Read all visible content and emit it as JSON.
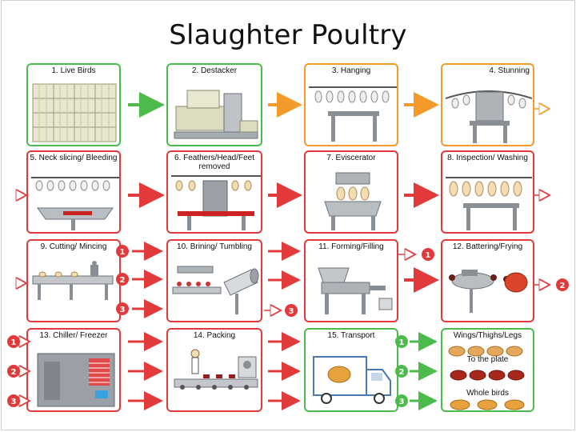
{
  "title": "Slaughter Poultry",
  "steps": [
    {
      "label": "1. Live Birds"
    },
    {
      "label": "2. Destacker"
    },
    {
      "label": "3. Hanging"
    },
    {
      "label": "4. Stunning"
    },
    {
      "label": "5. Neck slicing/ Bleeding"
    },
    {
      "label": "6. Feathers/Head/Feet removed"
    },
    {
      "label": "7. Eviscerator"
    },
    {
      "label": "8. Inspection/ Washing"
    },
    {
      "label": "9. Cutting/ Mincing"
    },
    {
      "label": "10. Brining/ Tumbling"
    },
    {
      "label": "11. Forming/Filling"
    },
    {
      "label": "12. Battering/Frying"
    },
    {
      "label": "13. Chiller/ Freezer"
    },
    {
      "label": "14. Packing"
    },
    {
      "label": "15. Transport"
    }
  ],
  "products": {
    "top": "Wings/Thighs/Legs",
    "middle": "To the plate",
    "bottom": "Whole birds"
  },
  "markers": [
    "1",
    "2",
    "3"
  ],
  "colors": {
    "green": "#4cbb4c",
    "orange": "#f39a2b",
    "red": "#e23a3a"
  }
}
